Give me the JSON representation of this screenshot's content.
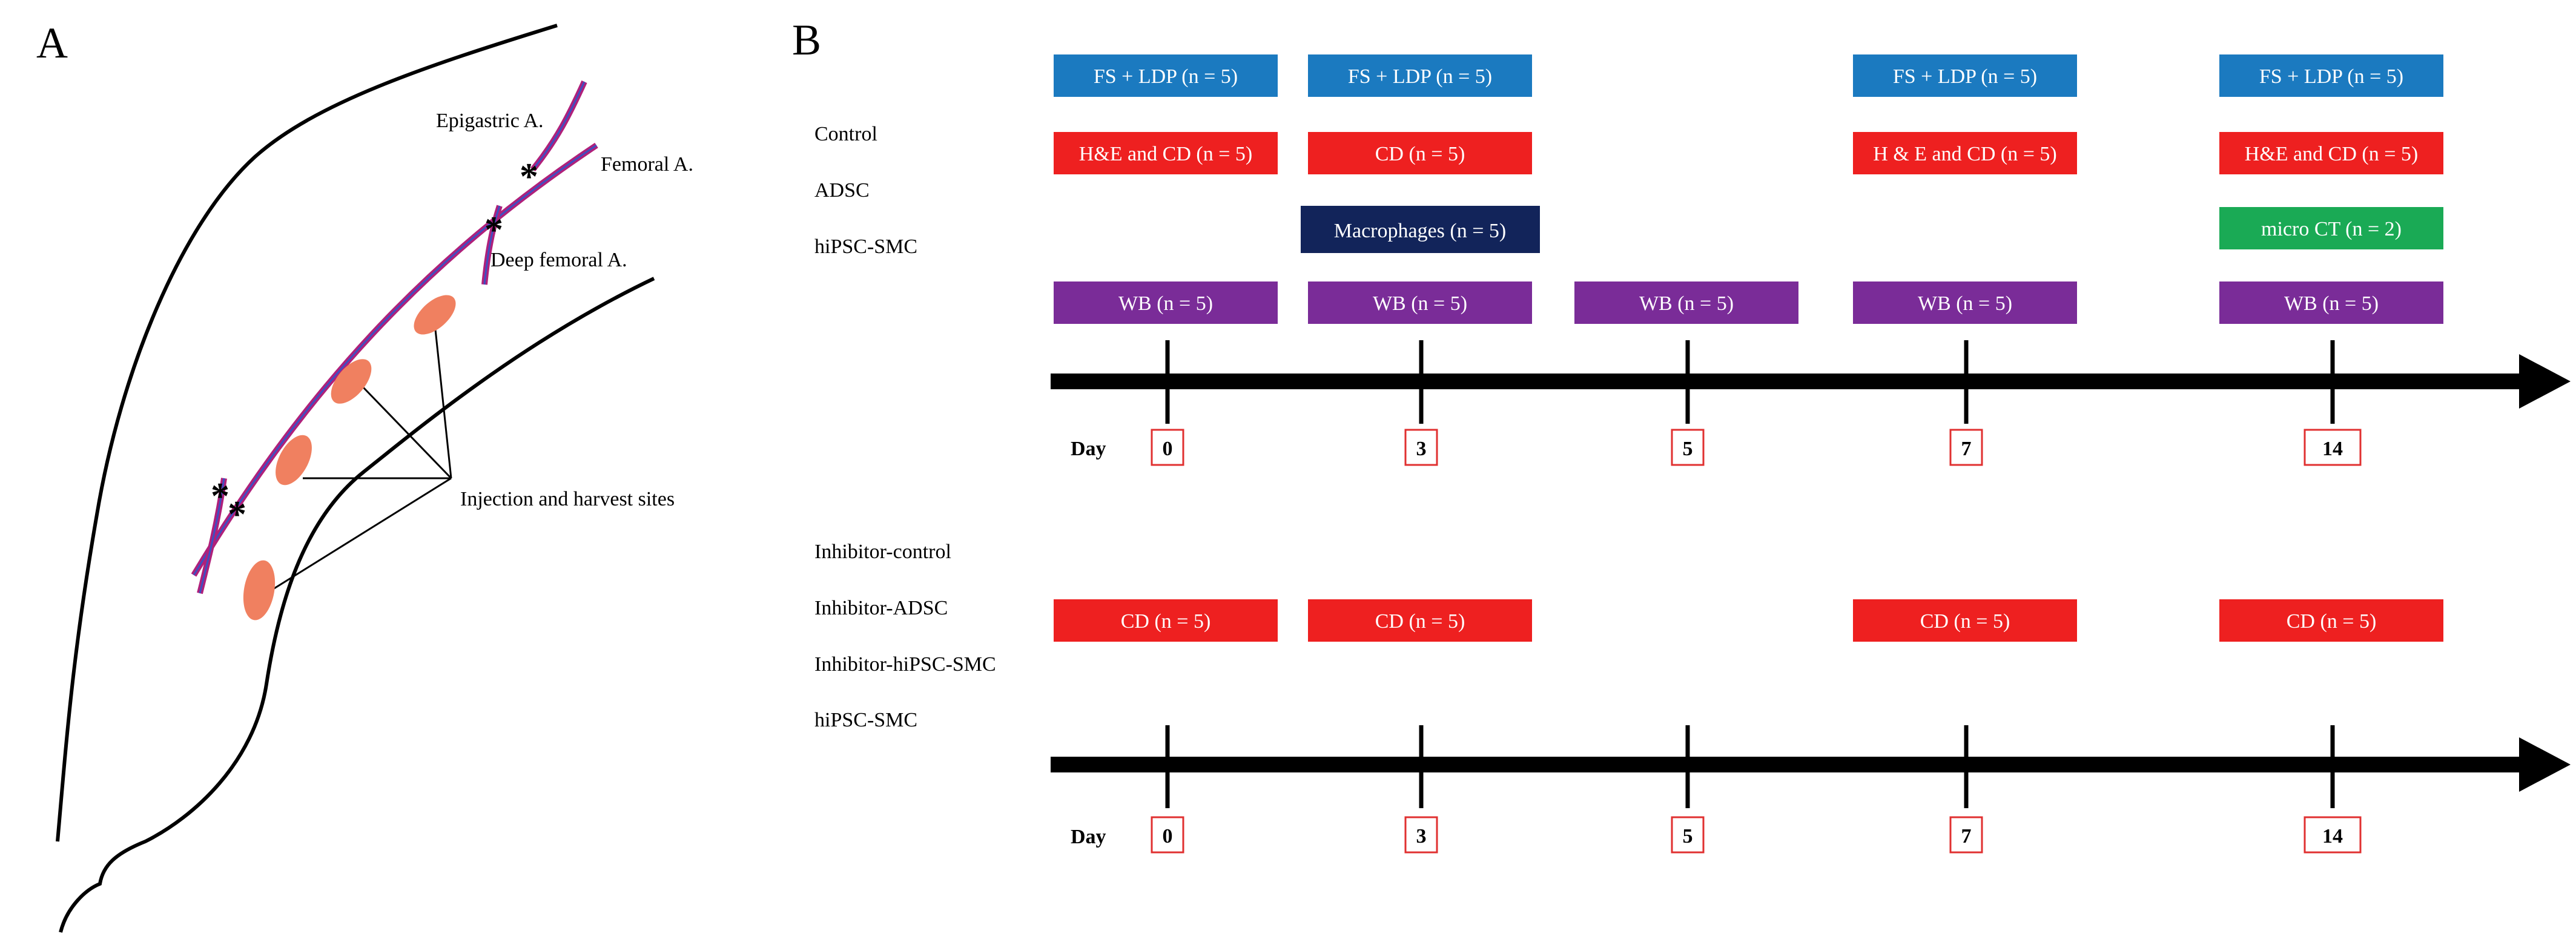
{
  "panel_a": {
    "letter": "A",
    "labels": {
      "epigastric": "Epigastric A.",
      "femoral": "Femoral A.",
      "deep_femoral": "Deep femoral A.",
      "injection": "Injection and harvest sites"
    },
    "ligature_mark": "*",
    "colors": {
      "vessel_outer": "#b0207a",
      "vessel_inner": "#3f4fc0",
      "site": "#f08060"
    }
  },
  "panel_b": {
    "letter": "B",
    "top": {
      "groups": [
        "Control",
        "ADSC",
        "hiPSC-SMC"
      ],
      "boxes": {
        "fs_ldp": {
          "0": "FS + LDP  (n = 5)",
          "3": "FS + LDP  (n = 5)",
          "7": "FS + LDP  (n = 5)",
          "14": "FS + LDP  (n = 5)"
        },
        "cd": {
          "0": "H&E and CD  (n = 5)",
          "3": "CD  (n = 5)",
          "7": "H & E and CD  (n = 5)",
          "14": "H&E and CD  (n = 5)"
        },
        "macrophages": "Macrophages  (n = 5)",
        "micro_ct": "micro CT  (n = 2)",
        "wb": {
          "0": "WB  (n = 5)",
          "3": "WB  (n = 5)",
          "5": "WB  (n = 5)",
          "7": "WB  (n = 5)",
          "14": "WB  (n = 5)"
        }
      },
      "day_label": "Day",
      "days": [
        "0",
        "3",
        "5",
        "7",
        "14"
      ]
    },
    "bottom": {
      "groups": [
        "Inhibitor-control",
        "Inhibitor-ADSC",
        "Inhibitor-hiPSC-SMC",
        "hiPSC-SMC"
      ],
      "boxes": {
        "cd": {
          "0": "CD  (n = 5)",
          "3": "CD  (n = 5)",
          "7": "CD  (n = 5)",
          "14": "CD  (n = 5)"
        }
      },
      "day_label": "Day",
      "days": [
        "0",
        "3",
        "5",
        "7",
        "14"
      ]
    },
    "colors": {
      "blue": "#1b7ac0",
      "red": "#ee2020",
      "navy": "#12245a",
      "green": "#1aaa55",
      "purple": "#7a2c98",
      "day_box_border": "#e03030",
      "axis": "#000000"
    }
  }
}
